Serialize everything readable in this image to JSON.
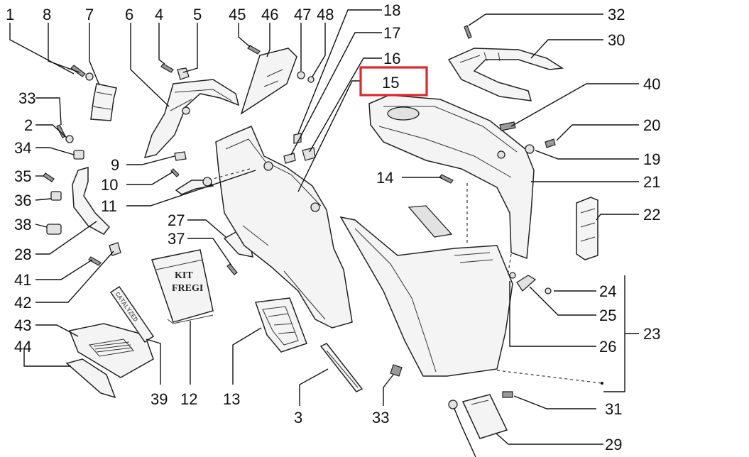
{
  "diagram": {
    "labels": {
      "p1": "1",
      "p2": "2",
      "p3": "3",
      "p4": "4",
      "p5": "5",
      "p6": "6",
      "p7": "7",
      "p8": "8",
      "p9": "9",
      "p10": "10",
      "p11": "11",
      "p12": "12",
      "p13": "13",
      "p14": "14",
      "p15": "15",
      "p16": "16",
      "p17": "17",
      "p18": "18",
      "p19": "19",
      "p20": "20",
      "p21": "21",
      "p22": "22",
      "p23": "23",
      "p24": "24",
      "p25": "25",
      "p26": "26",
      "p27": "27",
      "p28": "28",
      "p29": "29",
      "p30": "30",
      "p31": "31",
      "p32": "32",
      "p33a": "33",
      "p33b": "33",
      "p34": "34",
      "p35": "35",
      "p36": "36",
      "p37": "37",
      "p38": "38",
      "p39": "39",
      "p40": "40",
      "p41": "41",
      "p42": "42",
      "p43": "43",
      "p44": "44",
      "p45": "45",
      "p46": "46",
      "p47": "47",
      "p48": "48"
    },
    "kit_text_line1": "KIT",
    "kit_text_line2": "FREGI",
    "catalyzed_text": "CATALYZED",
    "highlight_color": "#e0252b"
  }
}
